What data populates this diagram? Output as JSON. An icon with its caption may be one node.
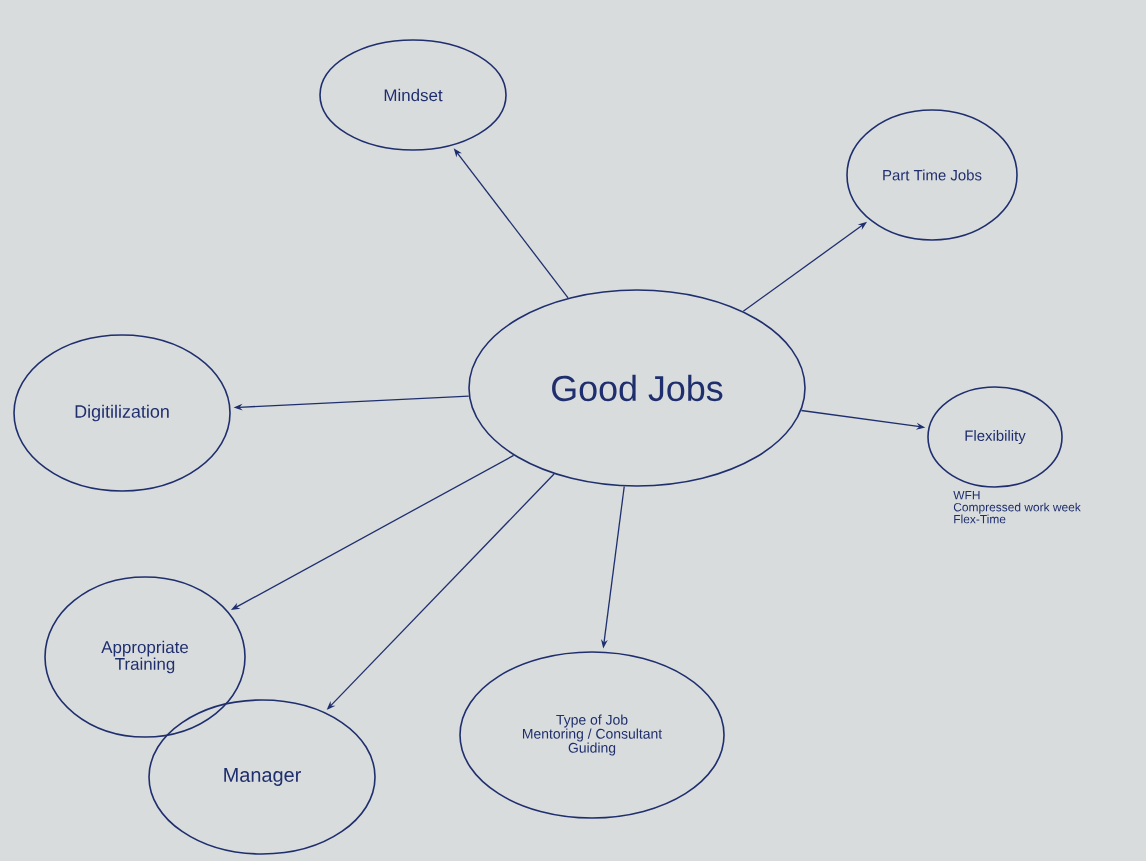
{
  "diagram": {
    "nodes": [
      {
        "text": [
          "Mindset"
        ]
      },
      {
        "text": [
          "Part Time Jobs"
        ]
      },
      {
        "text": [
          "Good Jobs"
        ]
      },
      {
        "text": [
          "Digitilization"
        ]
      },
      {
        "text": [
          "Flexibility"
        ],
        "beside": [
          "WFH",
          "Compressed work week",
          "Flex-Time"
        ]
      },
      {
        "text": [
          "Appropriate",
          "Training"
        ]
      },
      {
        "text": [
          "Type of Job",
          "Mentoring / Consultant",
          "Guiding"
        ]
      },
      {
        "text": [
          "Manager"
        ]
      }
    ],
    "edges": [
      {
        "from": 2,
        "to": 0,
        "arrow": "to"
      },
      {
        "from": 2,
        "to": 1,
        "arrow": "to"
      },
      {
        "from": 2,
        "to": 3,
        "arrow": "to"
      },
      {
        "from": 2,
        "to": 4,
        "arrow": "to"
      },
      {
        "from": 2,
        "to": 5,
        "arrow": "to"
      },
      {
        "from": 2,
        "to": 6,
        "arrow": "to"
      },
      {
        "from": 2,
        "to": 7,
        "arrow": "to"
      }
    ]
  }
}
